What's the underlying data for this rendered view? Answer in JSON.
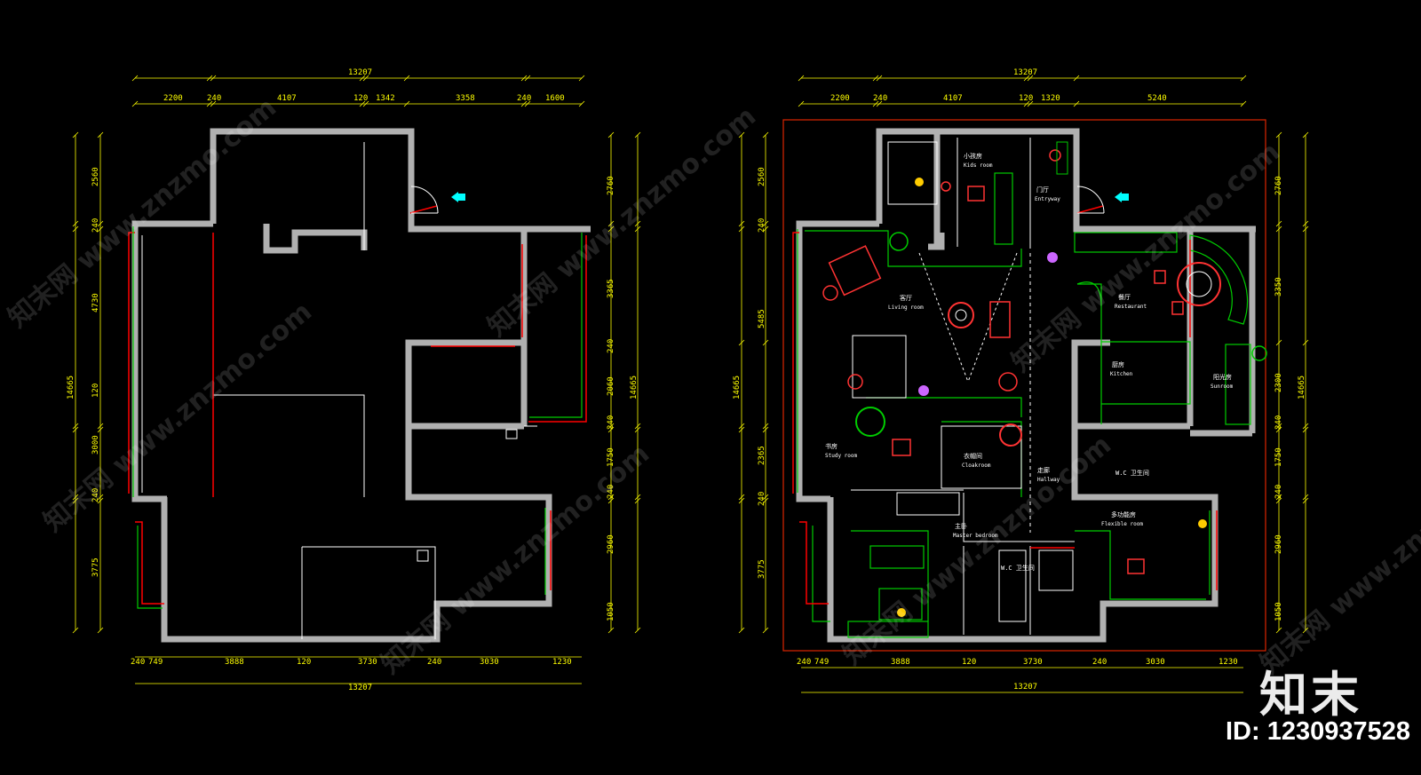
{
  "plans": {
    "left": {
      "top_total": "13207",
      "top_segments": [
        "2200",
        "240",
        "4107",
        "120",
        "1342",
        "3358",
        "240",
        "1600"
      ],
      "bottom_total": "13207",
      "bottom_segments": [
        "240",
        "749",
        "3888",
        "120",
        "3730",
        "240",
        "3030",
        "1230"
      ],
      "left_total": "14665",
      "left_segments": [
        "2560",
        "240",
        "4730",
        "120",
        "3000",
        "240",
        "3775"
      ],
      "right_total": "14665",
      "right_segments": [
        "2760",
        "3365",
        "240",
        "2060",
        "240",
        "1750",
        "240",
        "2960",
        "1050"
      ]
    },
    "right": {
      "top_total": "13207",
      "top_segments": [
        "2200",
        "240",
        "4107",
        "120",
        "1320",
        "5240"
      ],
      "bottom_total": "13207",
      "bottom_segments": [
        "240",
        "749",
        "3888",
        "120",
        "3730",
        "240",
        "3030",
        "1230"
      ],
      "left_total": "14665",
      "left_segments": [
        "2560",
        "240",
        "5485",
        "2365",
        "240",
        "3775"
      ],
      "right_total": "14665",
      "right_segments": [
        "2760",
        "3350",
        "2300",
        "240",
        "1750",
        "240",
        "2960",
        "1050"
      ]
    }
  },
  "rooms": [
    {
      "zh": "小孩房",
      "en": "Kids room"
    },
    {
      "zh": "门厅",
      "en": "Entryway"
    },
    {
      "zh": "客厅",
      "en": "Living room"
    },
    {
      "zh": "餐厅",
      "en": "Restaurant"
    },
    {
      "zh": "厨房",
      "en": "Kitchen"
    },
    {
      "zh": "阳光房",
      "en": "Sunroom"
    },
    {
      "zh": "书房",
      "en": "Study room"
    },
    {
      "zh": "衣帽间",
      "en": "Cloakroom"
    },
    {
      "zh": "走廊",
      "en": "Hallway"
    },
    {
      "zh": "W.C 卫生间",
      "en": ""
    },
    {
      "zh": "多功能房",
      "en": "Flexible room"
    },
    {
      "zh": "主卧",
      "en": "Master bedroom"
    },
    {
      "zh": "W.C 卫生间",
      "en": ""
    }
  ],
  "watermark": "知末网 www.znzmo.com",
  "brand": "知末",
  "image_id": "ID: 1230937528",
  "colors": {
    "background": "#000000",
    "dimension": "#ffff00",
    "wall": "#b0b0b0",
    "green": "#00cc00",
    "red": "#ff0000",
    "frame": "#cc2200"
  },
  "icons": [
    "entry-arrow-icon",
    "person-icon",
    "plant-icon",
    "chair-icon"
  ]
}
